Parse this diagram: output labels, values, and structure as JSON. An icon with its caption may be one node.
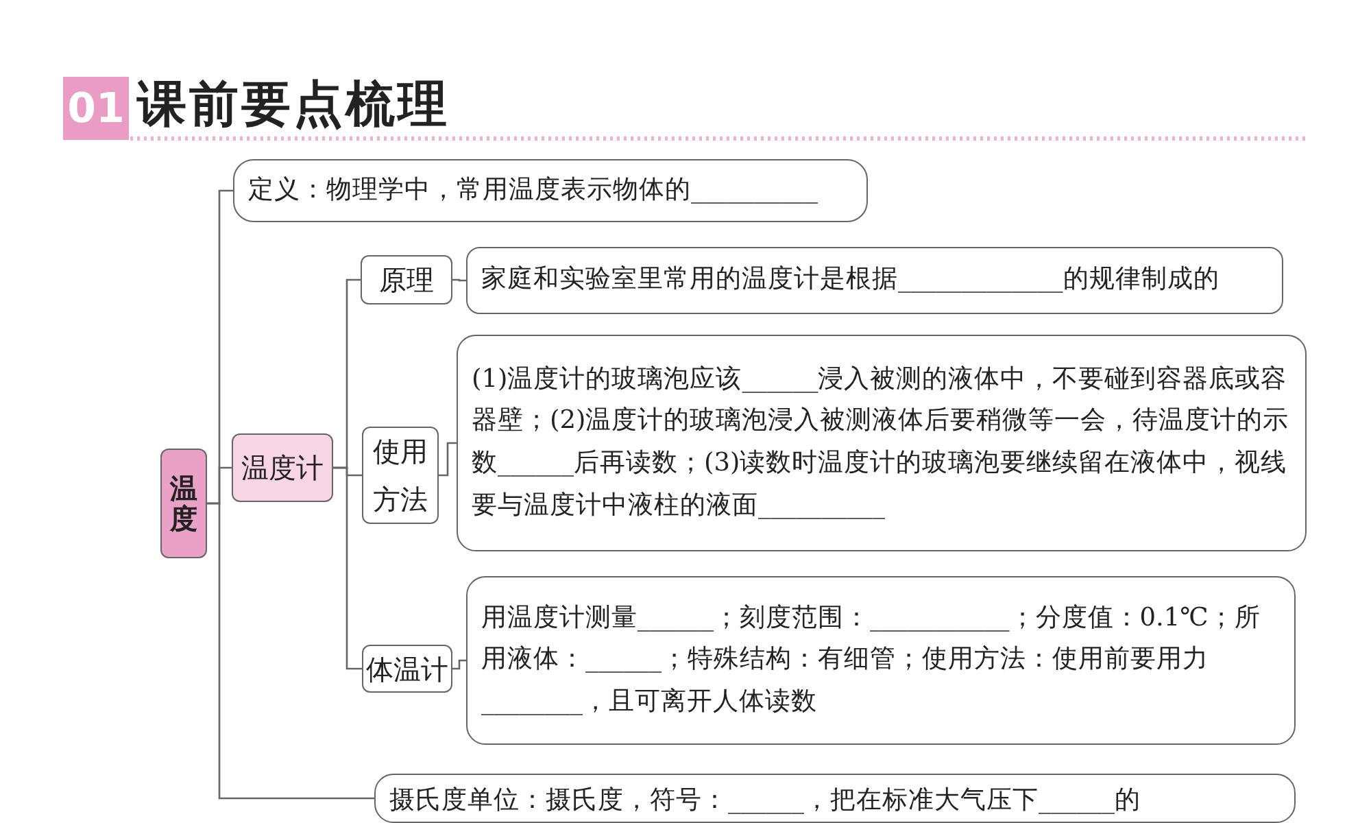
{
  "diagram": {
    "title": "课前要点梳理",
    "nodes": [
      {
        "text": [
          "温度"
        ]
      },
      {
        "text": [
          "定义：物理学中，常用温度表示物体的__________"
        ]
      },
      {
        "text": [
          "温度计"
        ]
      },
      {
        "text": [
          "原理"
        ]
      },
      {
        "text": [
          "家庭和实验室里常用的温度计是根据_____________的规律制成的"
        ]
      },
      {
        "text": [
          "使用方法"
        ]
      },
      {
        "text": [
          "(1)温度计的玻璃泡应该______浸入被测的液体中，不要碰到容器底或容器壁；(2)温度计的玻璃泡浸入被测液体后要稍微等一会，待温度计的示数______后再读数；(3)读数时温度计的玻璃泡要继续留在液体中，视线要与温度计中液柱的液面__________"
        ]
      },
      {
        "text": [
          "体温计"
        ]
      },
      {
        "text": [
          "用温度计测量______；刻度范围：___________；分度值：0.1℃；所用液体：______；特殊结构：有细管；使用方法：使用前要用力________，且可离开人体读数"
        ]
      },
      {
        "text": [
          "摄氏度单位：摄氏度，符号：______，把在标准大气压下______的"
        ]
      }
    ],
    "edges": [
      {
        "from": 0,
        "to": 1,
        "arrow": "none"
      },
      {
        "from": 0,
        "to": 2,
        "arrow": "none"
      },
      {
        "from": 0,
        "to": 9,
        "arrow": "none"
      },
      {
        "from": 2,
        "to": 3,
        "arrow": "none"
      },
      {
        "from": 2,
        "to": 5,
        "arrow": "none"
      },
      {
        "from": 2,
        "to": 7,
        "arrow": "none"
      },
      {
        "from": 3,
        "to": 4,
        "arrow": "none"
      },
      {
        "from": 5,
        "to": 6,
        "arrow": "none"
      },
      {
        "from": 7,
        "to": 8,
        "arrow": "none"
      }
    ],
    "labels": [
      "01"
    ]
  }
}
